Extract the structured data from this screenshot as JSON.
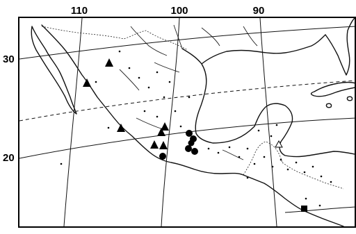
{
  "map": {
    "longitude_labels": [
      "110",
      "100",
      "90"
    ],
    "latitude_labels": [
      "30",
      "20"
    ],
    "colors": {
      "ink": "#000000",
      "paper": "#ffffff"
    },
    "legend": {},
    "symbol_types": [
      "triangle-marker",
      "circle-marker",
      "square-marker",
      "dot-marker",
      "open-triangle-marker"
    ]
  }
}
